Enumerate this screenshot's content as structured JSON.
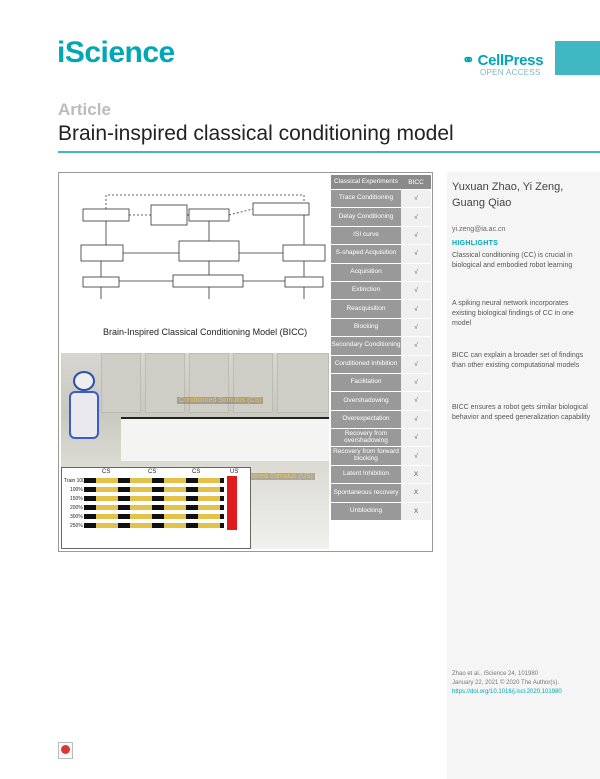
{
  "header": {
    "journal": "iScience",
    "publisher": "CellPress",
    "open_access": "OPEN ACCESS",
    "logo_glyph": "⚭",
    "accent": "#00a7b4"
  },
  "article": {
    "type_label": "Article",
    "title": "Brain-inspired classical conditioning model"
  },
  "abstract": {
    "diagram_title": "Brain-Inspired Classical Conditioning Model (BICC)",
    "photo_label_cs": "Conditioned Stimulus (CS)",
    "photo_label_us": "Unconditioned Stimulus (US)",
    "timeline_headers": [
      "CS",
      "CS",
      "CS",
      "US"
    ],
    "timeline_rows": [
      "Train 100%",
      "100%",
      "150%",
      "200%",
      "300%",
      "250%"
    ],
    "table": {
      "col1": "Classical Experiments",
      "col2": "BICC",
      "rows": [
        {
          "name": "Trace Conditioning",
          "val": "√"
        },
        {
          "name": "Delay Conditioning",
          "val": "√"
        },
        {
          "name": "ISI curve",
          "val": "√"
        },
        {
          "name": "S-shaped Acquisition",
          "val": "√"
        },
        {
          "name": "Acquisition",
          "val": "√"
        },
        {
          "name": "Extinction",
          "val": "√"
        },
        {
          "name": "Reacquisition",
          "val": "√"
        },
        {
          "name": "Blocking",
          "val": "√"
        },
        {
          "name": "Secondary Conditioning",
          "val": "√"
        },
        {
          "name": "Conditioned Inhibition",
          "val": "√"
        },
        {
          "name": "Facilitation",
          "val": "√"
        },
        {
          "name": "Overshadowing",
          "val": "√"
        },
        {
          "name": "Overexpectation",
          "val": "√"
        },
        {
          "name": "Recovery from overshadowing",
          "val": "√"
        },
        {
          "name": "Recovery from forward blocking",
          "val": "√"
        },
        {
          "name": "Latent Inhibition",
          "val": "X"
        },
        {
          "name": "Spontaneous recovery",
          "val": "X"
        },
        {
          "name": "Unblocking",
          "val": "X"
        }
      ]
    }
  },
  "sidebar": {
    "authors": "Yuxuan Zhao, Yi Zeng, Guang Qiao",
    "email": "yi.zeng@ia.ac.cn",
    "highlights_title": "HIGHLIGHTS",
    "highlights": [
      "Classical conditioning (CC) is crucial in biological and embodied robot learning",
      "A spiking neural network incorporates existing biological findings of CC in one model",
      "BICC can explain a broader set of findings than other existing computational models",
      "BICC ensures a robot gets similar biological behavior and speed generalization capability"
    ],
    "citation": "Zhao et al., iScience 24, 101980",
    "date": "January 22, 2021 © 2020 The Author(s).",
    "doi": "https://doi.org/10.1016/j.isci.2020.101980"
  }
}
